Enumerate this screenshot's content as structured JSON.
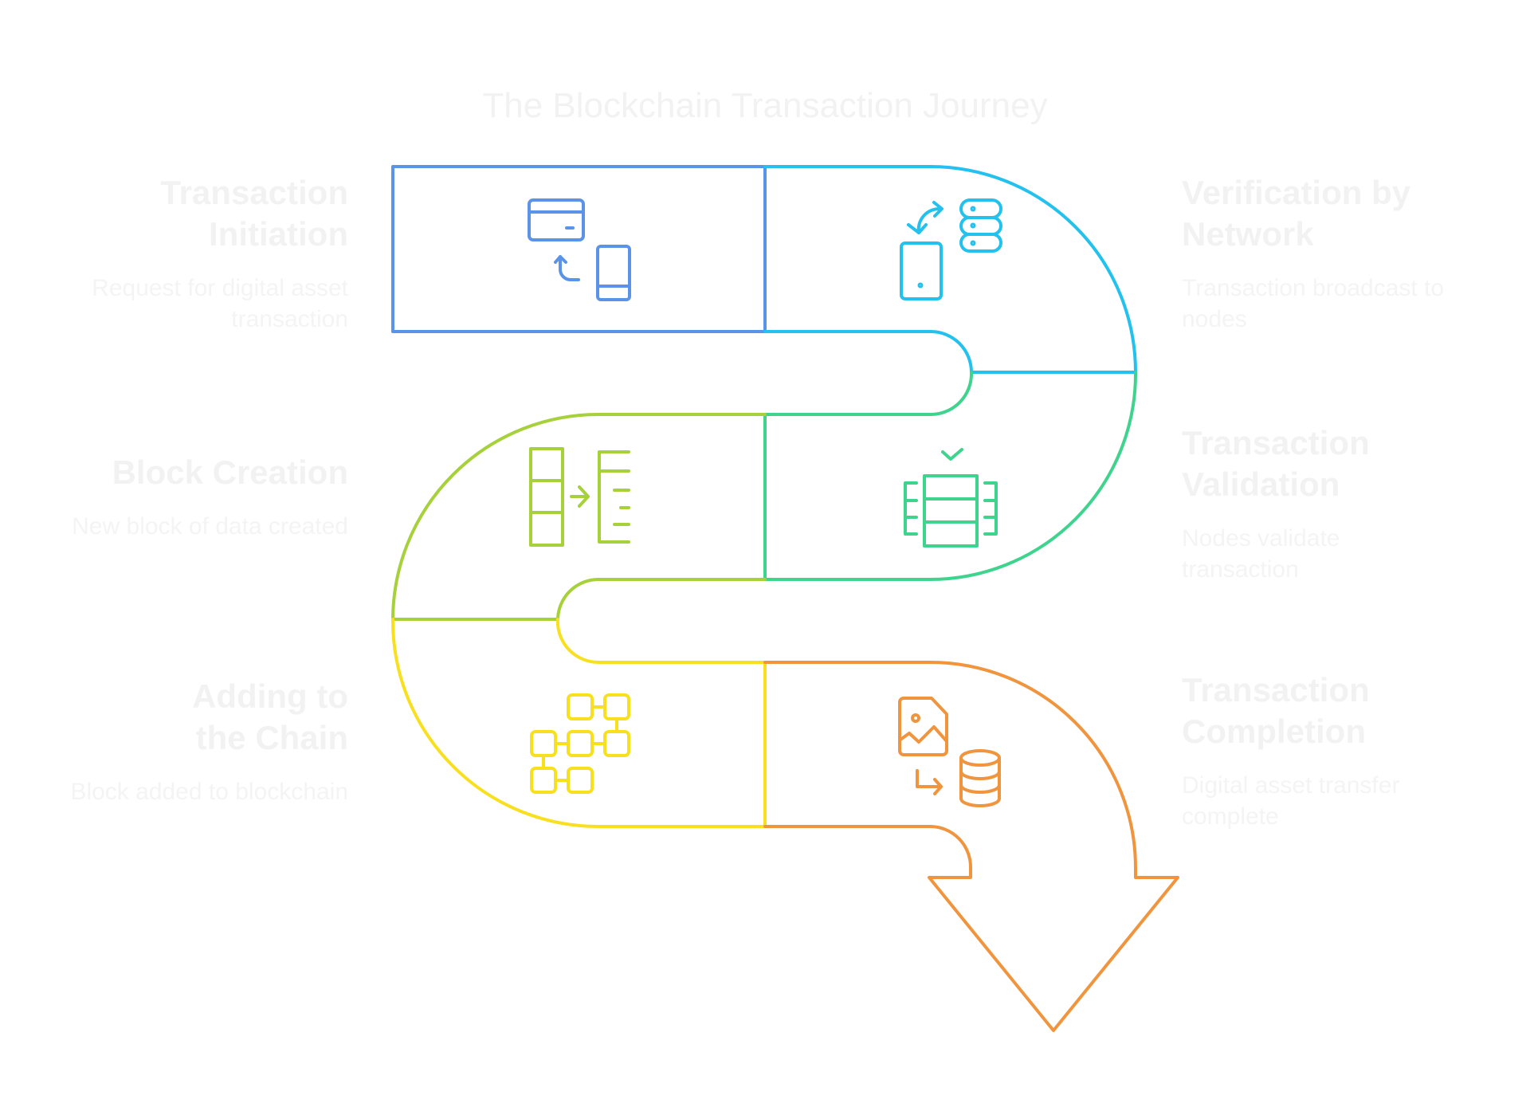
{
  "title": "The Blockchain Transaction Journey",
  "steps": [
    {
      "title": "Transaction Initiation",
      "description": "Request for digital asset transaction",
      "icon": "card-to-phone-icon",
      "color": "#5B93E8",
      "side": "left"
    },
    {
      "title": "Verification by Network",
      "description": "Transaction broadcast to nodes",
      "icon": "phone-server-sync-icon",
      "color": "#22C1EE",
      "side": "right"
    },
    {
      "title": "Transaction Validation",
      "description": "Nodes validate transaction",
      "icon": "validated-server-icon",
      "color": "#3FD48E",
      "side": "right"
    },
    {
      "title": "Block Creation",
      "description": "New block of data created",
      "icon": "block-build-icon",
      "color": "#A6D13A",
      "side": "left"
    },
    {
      "title": "Adding to the Chain",
      "description": "Block added to blockchain",
      "icon": "chain-network-icon",
      "color": "#F8E01E",
      "side": "left"
    },
    {
      "title": "Transaction Completion",
      "description": "Digital asset transfer complete",
      "icon": "asset-to-database-icon",
      "color": "#F0953E",
      "side": "right"
    }
  ]
}
